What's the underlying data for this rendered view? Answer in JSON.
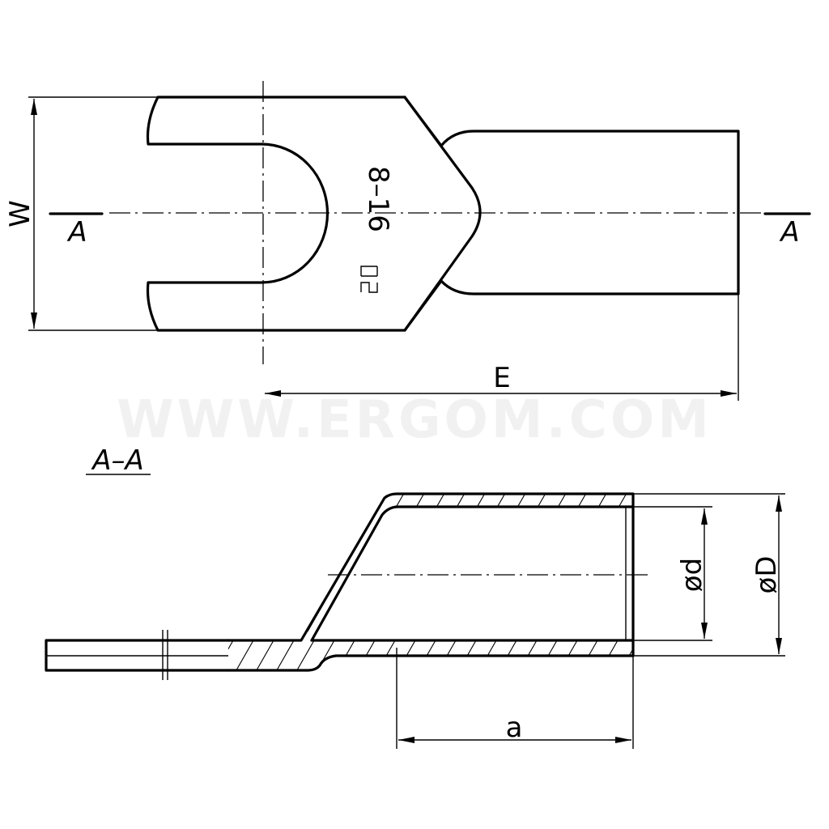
{
  "labels": {
    "width": "W",
    "length": "E",
    "barrel_length": "a",
    "inner_dia": "ød",
    "outer_dia": "øD",
    "section_left": "A",
    "section_right": "A",
    "section_title": "A–A"
  },
  "marking": {
    "text": "8–16"
  },
  "watermark": {
    "text": "WWW.ERGOM.COM"
  },
  "colors": {
    "ink": "#000000",
    "watermark": "#f1f1f1"
  }
}
